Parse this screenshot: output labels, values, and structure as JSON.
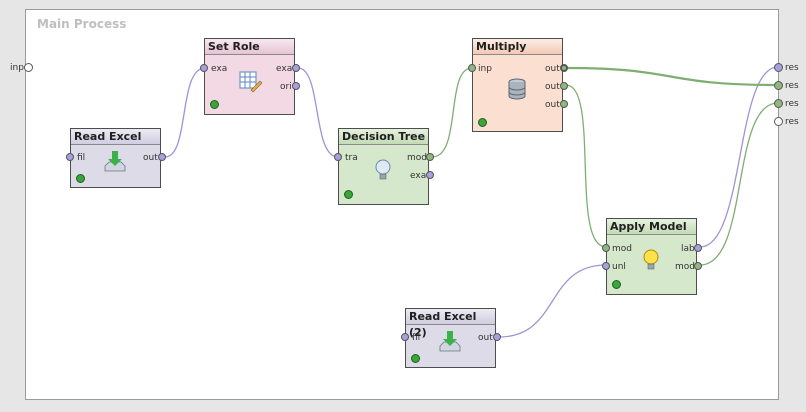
{
  "process": {
    "title": "Main Process"
  },
  "left_ports": [
    {
      "label": "inp"
    }
  ],
  "right_ports": [
    {
      "label": "res"
    },
    {
      "label": "res"
    },
    {
      "label": "res"
    },
    {
      "label": "res"
    }
  ],
  "operators": {
    "read_excel": {
      "title": "Read Excel",
      "in": [
        "fil"
      ],
      "out": [
        "out"
      ]
    },
    "set_role": {
      "title": "Set Role",
      "in": [
        "exa"
      ],
      "out": [
        "exa",
        "ori"
      ]
    },
    "decision_tree": {
      "title": "Decision Tree",
      "in": [
        "tra"
      ],
      "out": [
        "mod",
        "exa"
      ]
    },
    "multiply": {
      "title": "Multiply",
      "in": [
        "inp"
      ],
      "out": [
        "out",
        "out",
        "out"
      ]
    },
    "apply_model": {
      "title": "Apply Model",
      "in": [
        "mod",
        "unl"
      ],
      "out": [
        "lab",
        "mod"
      ]
    },
    "read_excel_2": {
      "title": "Read Excel (2)",
      "in": [
        "fil"
      ],
      "out": [
        "out"
      ]
    }
  },
  "colors": {
    "read_excel": "#dddbe8",
    "set_role": "#f2d9e4",
    "decision_tree": "#d6e8cc",
    "multiply": "#fbe0d2",
    "apply_model": "#d6e8cc",
    "example_wire": "#9c94d6",
    "model_wire": "#7fae73",
    "example_port": "#a7a0de",
    "model_port": "#8fb87f"
  }
}
